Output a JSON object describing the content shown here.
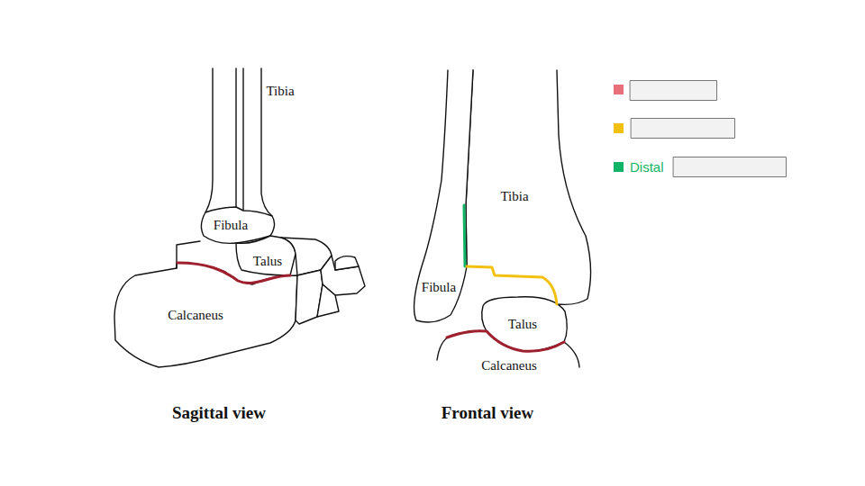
{
  "diagram": {
    "labels": [
      "Tibia",
      "Fibula",
      "Talus",
      "Calcaneus",
      "Tibia",
      "Fibula",
      "Talus",
      "Calcaneus",
      "Sagittal view",
      "Frontal view"
    ],
    "legend": [
      {
        "text": "Distal",
        "color": "#10b466"
      }
    ]
  }
}
